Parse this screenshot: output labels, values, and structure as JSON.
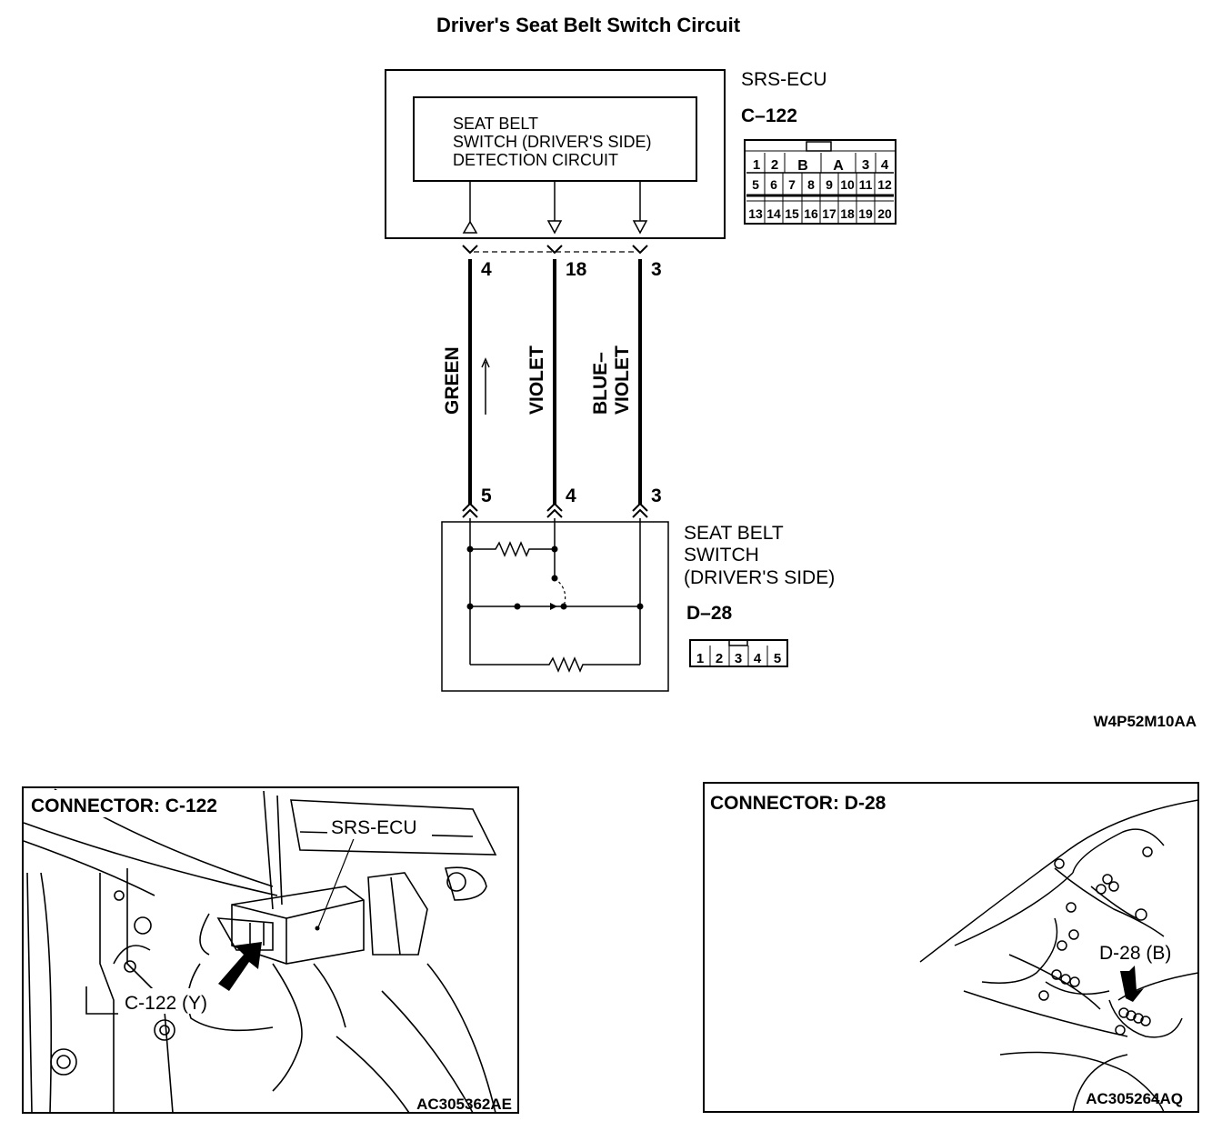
{
  "title": "Driver's Seat Belt Switch Circuit",
  "ecu": {
    "name": "SRS-ECU",
    "connector": "C–122",
    "circuit_lines": [
      "SEAT BELT",
      "SWITCH (DRIVER'S SIDE)",
      "DETECTION CIRCUIT"
    ],
    "pins_row1": [
      "1",
      "2",
      "B",
      "A",
      "3",
      "4"
    ],
    "pins_row2": [
      "5",
      "6",
      "7",
      "8",
      "9",
      "10",
      "11",
      "12"
    ],
    "pins_row3": [
      "13",
      "14",
      "15",
      "16",
      "17",
      "18",
      "19",
      "20"
    ],
    "terminals": [
      "4",
      "18",
      "3"
    ]
  },
  "wires": [
    {
      "color_label": "GREEN",
      "ecu_pin": "4",
      "switch_pin": "5"
    },
    {
      "color_label": "VIOLET",
      "ecu_pin": "18",
      "switch_pin": "4"
    },
    {
      "color_label_line1": "BLUE–",
      "color_label_line2": "VIOLET",
      "ecu_pin": "3",
      "switch_pin": "3"
    }
  ],
  "switch": {
    "name_lines": [
      "SEAT BELT",
      "SWITCH",
      "(DRIVER'S SIDE)"
    ],
    "connector": "D–28",
    "pins": [
      "1",
      "2",
      "3",
      "4",
      "5"
    ]
  },
  "diagram_code": "W4P52M10AA",
  "panel_left": {
    "heading": "CONNECTOR: C-122",
    "label_ecu": "SRS-ECU",
    "label_connector": "C-122 (Y)",
    "code": "AC305362AE"
  },
  "panel_right": {
    "heading": "CONNECTOR: D-28",
    "label_connector": "D-28 (B)",
    "code": "AC305264AQ"
  }
}
